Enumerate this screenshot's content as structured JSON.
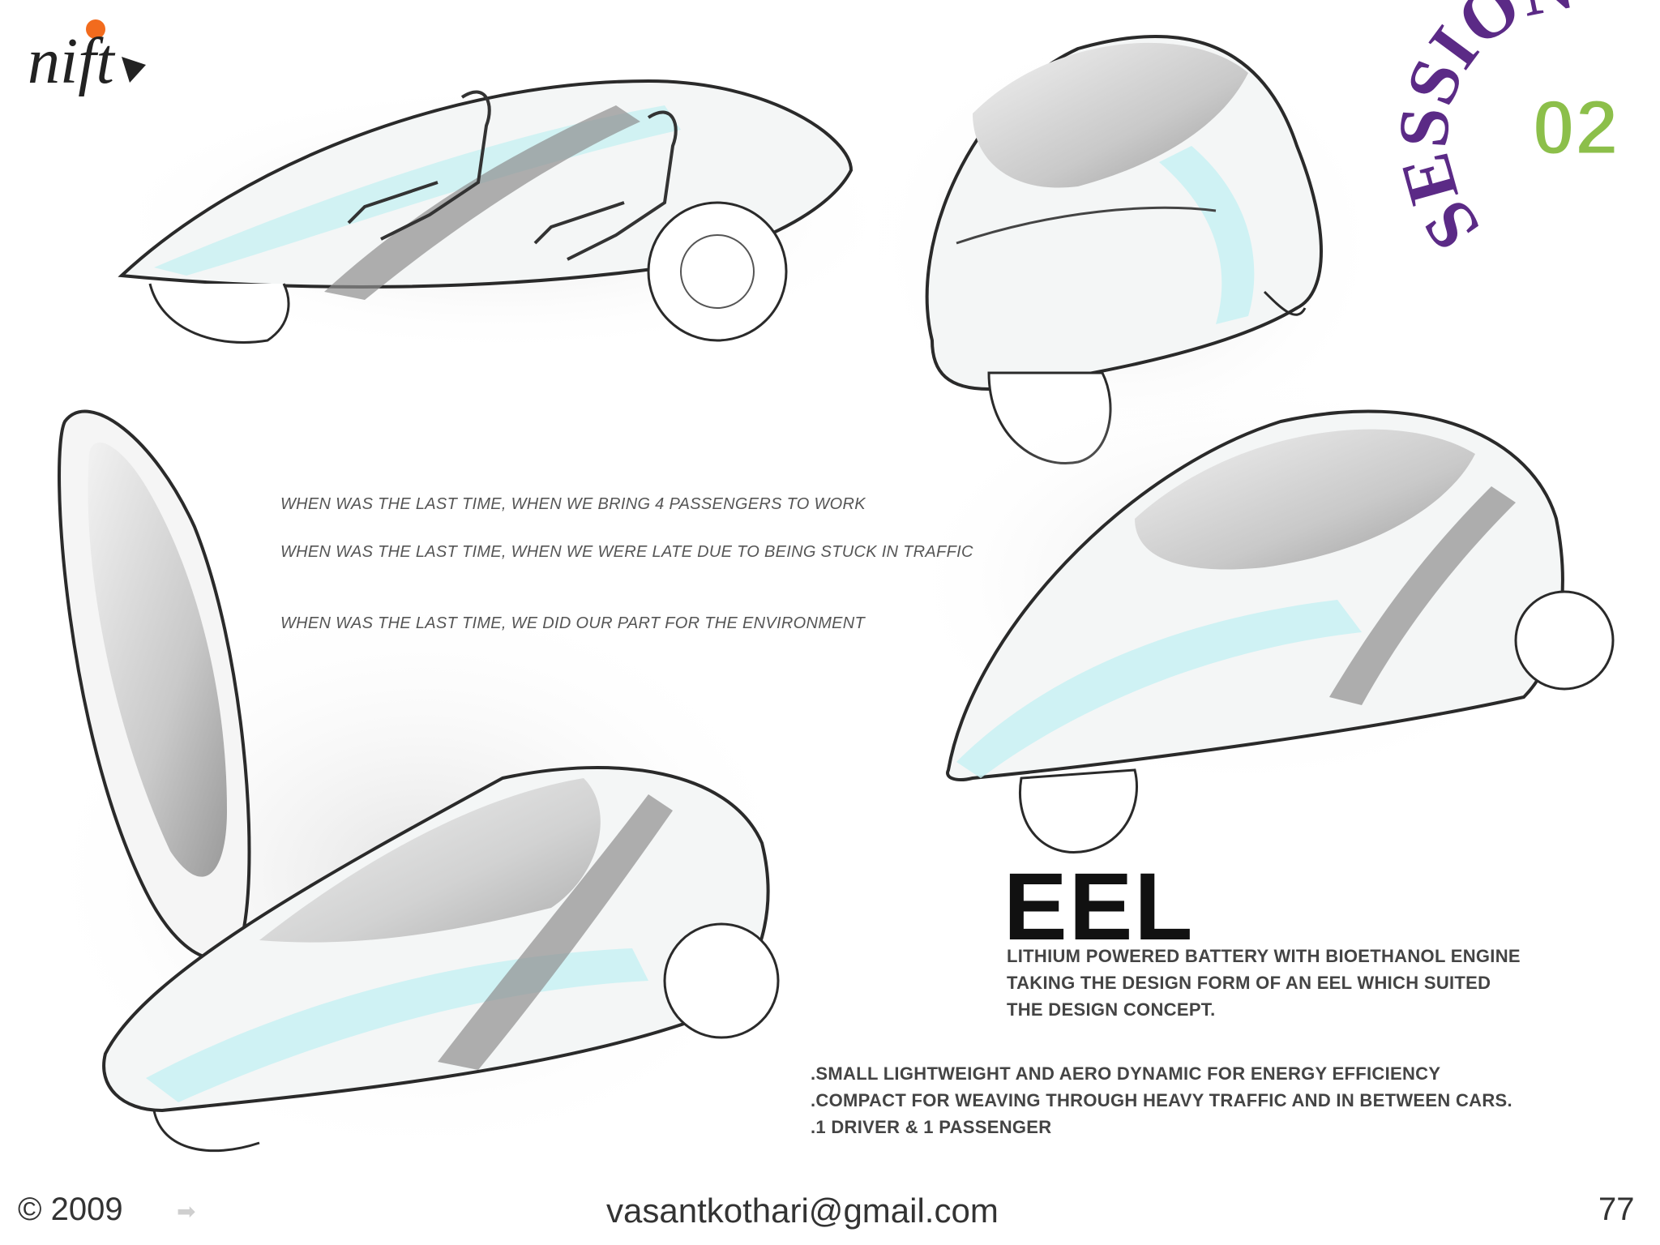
{
  "questions": [
    "WHEN WAS THE LAST TIME, WHEN WE BRING 4 PASSENGERS TO WORK",
    "WHEN WAS THE LAST TIME, WHEN WE WERE LATE DUE TO BEING STUCK IN TRAFFIC",
    "WHEN WAS THE LAST TIME, WE DID OUR PART FOR THE ENVIRONMENT"
  ],
  "product": {
    "name": "EEL",
    "description": [
      "LITHIUM POWERED BATTERY  WITH BIOETHANOL ENGINE",
      "TAKING THE DESIGN FORM OF AN EEL WHICH SUITED",
      "THE DESIGN CONCEPT."
    ],
    "features": [
      ".SMALL LIGHTWEIGHT AND AERO DYNAMIC FOR ENERGY EFFICIENCY",
      ".COMPACT FOR WEAVING THROUGH HEAVY TRAFFIC AND IN BETWEEN CARS.",
      ".1 DRIVER & 1 PASSENGER"
    ]
  },
  "logo": {
    "text": "nift",
    "dot_color": "#f26b1d"
  },
  "session_badge": {
    "word": "SESSION",
    "number": "02",
    "word_color": "#5b2a86",
    "number_color": "#8cbf4a"
  },
  "footer": {
    "copyright": "© 2009",
    "email": "vasantkothari@gmail.com",
    "page_number": "77"
  },
  "colors": {
    "accent": "#bfeff2",
    "outline": "#2a2a2a",
    "shade": "#8e8e8e"
  }
}
